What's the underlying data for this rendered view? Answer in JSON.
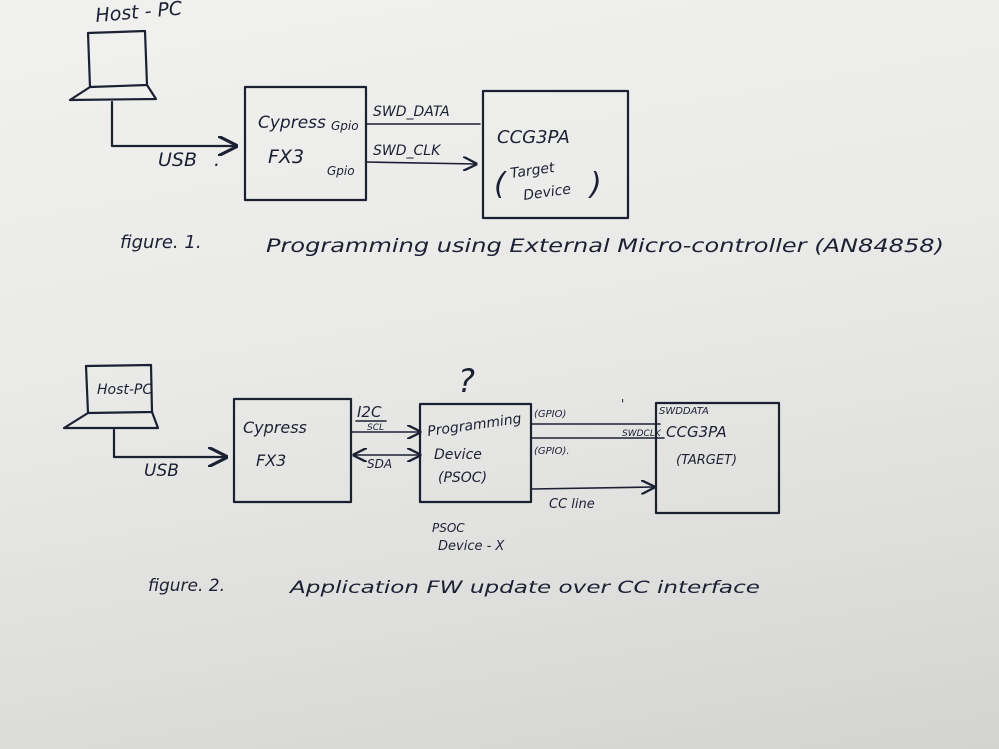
{
  "figure1": {
    "host_label": "Host - PC",
    "usb_label": "USB",
    "fx3": {
      "line1": "Cypress",
      "line2": "FX3",
      "gpio1": "Gpio",
      "gpio2": "Gpio"
    },
    "swd_data": "SWD_DATA",
    "swd_clk": "SWD_CLK",
    "target": {
      "line1": "CCG3PA",
      "line2": "Target",
      "line3": "Device"
    },
    "caption": {
      "prefix": "figure. 1.",
      "text": "Programming using External Micro-controller (AN84858)"
    }
  },
  "figure2": {
    "host_label": "Host-PC",
    "usb_label": "USB",
    "fx3": {
      "line1": "Cypress",
      "line2": "FX3"
    },
    "i2c_label": "I2C",
    "scl_label": "SCL",
    "sda_label": "SDA",
    "question_mark": "?",
    "programming": {
      "line1": "Programming",
      "line2": "Device",
      "line3": "(PSOC)"
    },
    "gpio1": "(GPIO)",
    "gpio2": "(GPIO).",
    "swddata_label": "SWDDATA",
    "swdclk_label": "SWDCLK",
    "target": {
      "line1": "CCG3PA",
      "line2": "(TARGET)"
    },
    "cc_line_label": "CC line",
    "psoc_note": {
      "line1": "PSOC",
      "line2": "Device - X"
    },
    "caption": {
      "prefix": "figure. 2.",
      "text": "Application FW update over CC interface"
    }
  }
}
